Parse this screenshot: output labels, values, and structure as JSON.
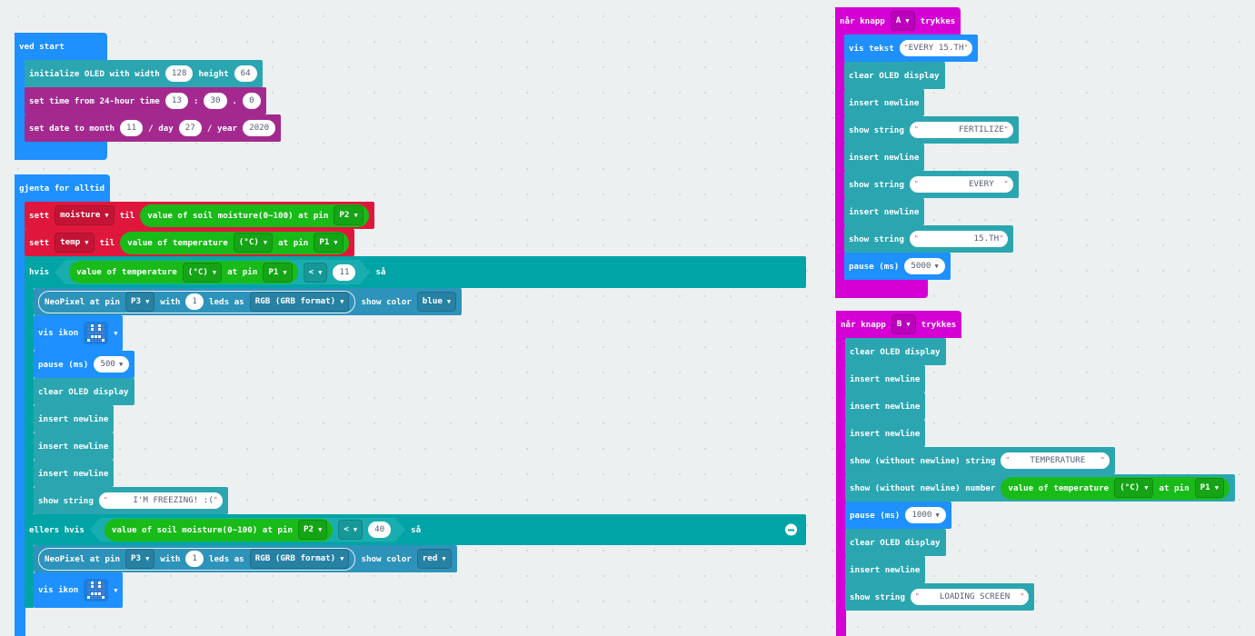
{
  "colors": {
    "basic": "#1e90ff",
    "oled": "#2ba6b1",
    "rtc": "#a3298f",
    "var": "#e0173d",
    "sensor": "#18bb18",
    "logic": "#00a4a6",
    "neopixel": "#2d93ba",
    "input": "#d400d4"
  },
  "stacks": [
    {
      "hat": {
        "color": "basic",
        "parts": [
          {
            "t": "label",
            "v": "ved start"
          }
        ]
      },
      "body": [
        {
          "color": "oled",
          "parts": [
            {
              "t": "label",
              "v": "initialize OLED with width"
            },
            {
              "t": "num",
              "v": "128"
            },
            {
              "t": "label",
              "v": "height"
            },
            {
              "t": "num",
              "v": "64"
            }
          ]
        },
        {
          "color": "rtc",
          "parts": [
            {
              "t": "label",
              "v": "set time from 24-hour time"
            },
            {
              "t": "num",
              "v": "13"
            },
            {
              "t": "label",
              "v": ":"
            },
            {
              "t": "num",
              "v": "30"
            },
            {
              "t": "label",
              "v": "."
            },
            {
              "t": "num",
              "v": "0"
            }
          ]
        },
        {
          "color": "rtc",
          "parts": [
            {
              "t": "label",
              "v": "set date to month"
            },
            {
              "t": "num",
              "v": "11"
            },
            {
              "t": "label",
              "v": "/ day"
            },
            {
              "t": "num",
              "v": "27"
            },
            {
              "t": "label",
              "v": "/ year"
            },
            {
              "t": "num",
              "v": "2020"
            }
          ]
        }
      ]
    },
    {
      "hat": {
        "color": "basic",
        "parts": [
          {
            "t": "label",
            "v": "gjenta for alltid"
          }
        ]
      },
      "body": [
        {
          "color": "var",
          "parts": [
            {
              "t": "label",
              "v": "sett"
            },
            {
              "t": "dd",
              "v": "moisture"
            },
            {
              "t": "label",
              "v": "til"
            },
            {
              "t": "rep",
              "color": "sensor",
              "parts": [
                {
                  "t": "label",
                  "v": "value of soil moisture(0~100) at pin"
                },
                {
                  "t": "dd",
                  "v": "P2"
                }
              ]
            }
          ]
        },
        {
          "color": "var",
          "parts": [
            {
              "t": "label",
              "v": "sett"
            },
            {
              "t": "dd",
              "v": "temp"
            },
            {
              "t": "label",
              "v": "til"
            },
            {
              "t": "rep",
              "color": "sensor",
              "parts": [
                {
                  "t": "label",
                  "v": "value of temperature"
                },
                {
                  "t": "dd",
                  "v": "(°C)"
                },
                {
                  "t": "label",
                  "v": "at pin"
                },
                {
                  "t": "dd",
                  "v": "P1"
                }
              ]
            }
          ]
        },
        {
          "type": "if",
          "color": "logic",
          "branches": [
            {
              "parts": [
                {
                  "t": "label",
                  "v": "hvis"
                },
                {
                  "t": "cond",
                  "parts": [
                    {
                      "t": "rep",
                      "color": "sensor",
                      "parts": [
                        {
                          "t": "label",
                          "v": "value of temperature"
                        },
                        {
                          "t": "dd",
                          "v": "(°C)"
                        },
                        {
                          "t": "label",
                          "v": "at pin"
                        },
                        {
                          "t": "dd",
                          "v": "P1"
                        }
                      ]
                    },
                    {
                      "t": "dd",
                      "v": "<"
                    },
                    {
                      "t": "num",
                      "v": "11"
                    }
                  ]
                },
                {
                  "t": "label",
                  "v": "så"
                }
              ],
              "body": [
                {
                  "color": "neopixel",
                  "parts": [
                    {
                      "t": "group",
                      "parts": [
                        {
                          "t": "label",
                          "v": "NeoPixel at pin"
                        },
                        {
                          "t": "dd",
                          "v": "P3"
                        },
                        {
                          "t": "label",
                          "v": "with"
                        },
                        {
                          "t": "num",
                          "v": "1"
                        },
                        {
                          "t": "label",
                          "v": "leds as"
                        },
                        {
                          "t": "dd",
                          "v": "RGB (GRB format)"
                        }
                      ]
                    },
                    {
                      "t": "label",
                      "v": "show color"
                    },
                    {
                      "t": "dd",
                      "v": "blue"
                    }
                  ]
                },
                {
                  "color": "basic",
                  "h": "tall",
                  "parts": [
                    {
                      "t": "label",
                      "v": "vis ikon"
                    },
                    {
                      "t": "icon",
                      "v": "sad-face"
                    },
                    {
                      "t": "arrow",
                      "v": "▼"
                    }
                  ]
                },
                {
                  "color": "basic",
                  "parts": [
                    {
                      "t": "label",
                      "v": "pause (ms)"
                    },
                    {
                      "t": "ddw",
                      "v": "500"
                    }
                  ]
                },
                {
                  "color": "oled",
                  "parts": [
                    {
                      "t": "label",
                      "v": "clear OLED display"
                    }
                  ]
                },
                {
                  "color": "oled",
                  "parts": [
                    {
                      "t": "label",
                      "v": "insert newline"
                    }
                  ]
                },
                {
                  "color": "oled",
                  "parts": [
                    {
                      "t": "label",
                      "v": "insert newline"
                    }
                  ]
                },
                {
                  "color": "oled",
                  "parts": [
                    {
                      "t": "label",
                      "v": "insert newline"
                    }
                  ]
                },
                {
                  "color": "oled",
                  "parts": [
                    {
                      "t": "label",
                      "v": "show string"
                    },
                    {
                      "t": "str",
                      "v": "     I'M FREEZING! :("
                    }
                  ]
                }
              ]
            },
            {
              "collapse": "collapse-icon",
              "parts": [
                {
                  "t": "label",
                  "v": "ellers hvis"
                },
                {
                  "t": "cond",
                  "parts": [
                    {
                      "t": "rep",
                      "color": "sensor",
                      "parts": [
                        {
                          "t": "label",
                          "v": "value of soil moisture(0~100) at pin"
                        },
                        {
                          "t": "dd",
                          "v": "P2"
                        }
                      ]
                    },
                    {
                      "t": "dd",
                      "v": "<"
                    },
                    {
                      "t": "num",
                      "v": "40"
                    }
                  ]
                },
                {
                  "t": "label",
                  "v": "så"
                }
              ],
              "body": [
                {
                  "color": "neopixel",
                  "parts": [
                    {
                      "t": "group",
                      "parts": [
                        {
                          "t": "label",
                          "v": "NeoPixel at pin"
                        },
                        {
                          "t": "dd",
                          "v": "P3"
                        },
                        {
                          "t": "label",
                          "v": "with"
                        },
                        {
                          "t": "num",
                          "v": "1"
                        },
                        {
                          "t": "label",
                          "v": "leds as"
                        },
                        {
                          "t": "dd",
                          "v": "RGB (GRB format)"
                        }
                      ]
                    },
                    {
                      "t": "label",
                      "v": "show color"
                    },
                    {
                      "t": "dd",
                      "v": "red"
                    }
                  ]
                },
                {
                  "color": "basic",
                  "h": "tall",
                  "parts": [
                    {
                      "t": "label",
                      "v": "vis ikon"
                    },
                    {
                      "t": "icon",
                      "v": "sad-face"
                    },
                    {
                      "t": "arrow",
                      "v": "▼"
                    }
                  ]
                }
              ]
            }
          ]
        }
      ]
    },
    {
      "hat": {
        "color": "input",
        "parts": [
          {
            "t": "label",
            "v": "når knapp"
          },
          {
            "t": "dd",
            "v": "A"
          },
          {
            "t": "label",
            "v": "trykkes"
          }
        ]
      },
      "body": [
        {
          "color": "basic",
          "parts": [
            {
              "t": "label",
              "v": "vis tekst"
            },
            {
              "t": "str",
              "v": "EVERY 15.TH"
            }
          ]
        },
        {
          "color": "oled",
          "parts": [
            {
              "t": "label",
              "v": "clear OLED display"
            }
          ]
        },
        {
          "color": "oled",
          "parts": [
            {
              "t": "label",
              "v": "insert newline"
            }
          ]
        },
        {
          "color": "oled",
          "parts": [
            {
              "t": "label",
              "v": "show string"
            },
            {
              "t": "str",
              "v": "        FERTILIZE"
            }
          ]
        },
        {
          "color": "oled",
          "parts": [
            {
              "t": "label",
              "v": "insert newline"
            }
          ]
        },
        {
          "color": "oled",
          "parts": [
            {
              "t": "label",
              "v": "show string"
            },
            {
              "t": "str",
              "v": "          EVERY  "
            }
          ]
        },
        {
          "color": "oled",
          "parts": [
            {
              "t": "label",
              "v": "insert newline"
            }
          ]
        },
        {
          "color": "oled",
          "parts": [
            {
              "t": "label",
              "v": "show string"
            },
            {
              "t": "str",
              "v": "           15.TH"
            }
          ]
        },
        {
          "color": "basic",
          "parts": [
            {
              "t": "label",
              "v": "pause (ms)"
            },
            {
              "t": "ddw",
              "v": "5000"
            }
          ]
        }
      ]
    },
    {
      "hat": {
        "color": "input",
        "parts": [
          {
            "t": "label",
            "v": "når knapp"
          },
          {
            "t": "dd",
            "v": "B"
          },
          {
            "t": "label",
            "v": "trykkes"
          }
        ]
      },
      "body": [
        {
          "color": "oled",
          "parts": [
            {
              "t": "label",
              "v": "clear OLED display"
            }
          ]
        },
        {
          "color": "oled",
          "parts": [
            {
              "t": "label",
              "v": "insert newline"
            }
          ]
        },
        {
          "color": "oled",
          "parts": [
            {
              "t": "label",
              "v": "insert newline"
            }
          ]
        },
        {
          "color": "oled",
          "parts": [
            {
              "t": "label",
              "v": "insert newline"
            }
          ]
        },
        {
          "color": "oled",
          "parts": [
            {
              "t": "label",
              "v": "show (without newline) string"
            },
            {
              "t": "str",
              "v": "    TEMPERATURE   "
            }
          ]
        },
        {
          "color": "oled",
          "parts": [
            {
              "t": "label",
              "v": "show (without newline) number"
            },
            {
              "t": "rep",
              "color": "sensor",
              "parts": [
                {
                  "t": "label",
                  "v": "value of temperature"
                },
                {
                  "t": "dd",
                  "v": "(°C)"
                },
                {
                  "t": "label",
                  "v": "at pin"
                },
                {
                  "t": "dd",
                  "v": "P1"
                }
              ]
            }
          ]
        },
        {
          "color": "basic",
          "parts": [
            {
              "t": "label",
              "v": "pause (ms)"
            },
            {
              "t": "ddw",
              "v": "1000"
            }
          ]
        },
        {
          "color": "oled",
          "parts": [
            {
              "t": "label",
              "v": "clear OLED display"
            }
          ]
        },
        {
          "color": "oled",
          "parts": [
            {
              "t": "label",
              "v": "insert newline"
            }
          ]
        },
        {
          "color": "oled",
          "parts": [
            {
              "t": "label",
              "v": "show string"
            },
            {
              "t": "str",
              "v": "    LOADING SCREEN  "
            }
          ]
        }
      ]
    }
  ]
}
